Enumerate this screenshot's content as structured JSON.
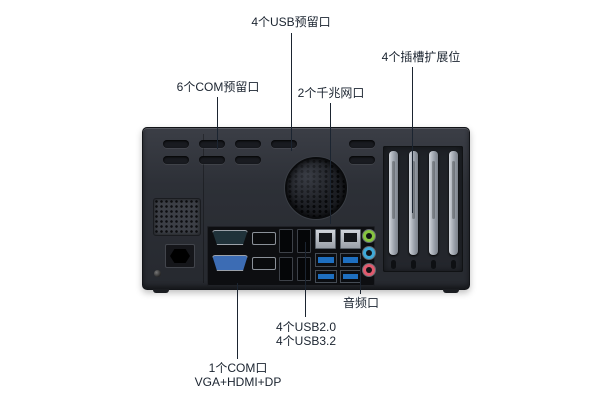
{
  "annotations": {
    "usb_reserved": "4个USB预留口",
    "slot_expansion": "4个插槽扩展位",
    "com_reserved": "6个COM预留口",
    "lan": "2个千兆网口",
    "audio": "音频口",
    "usb20": "4个USB2.0",
    "usb32": "4个USB3.2",
    "com_single": "1个COM口",
    "video": "VGA+HDMI+DP"
  },
  "colors": {
    "label_color": "#1b2430",
    "vga_blue": "#3c6cb4",
    "usb3_blue": "#1e6fc0",
    "audio_green": "#86c440",
    "audio_blue": "#3fa9d8",
    "audio_pink": "#e05a6e"
  }
}
